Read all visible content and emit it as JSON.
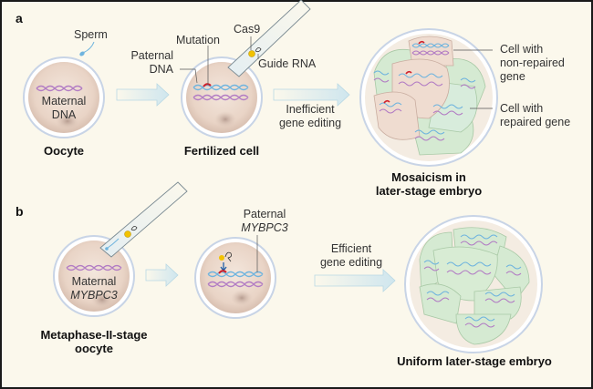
{
  "figure": {
    "panel_a": {
      "label": "a",
      "oocyte": {
        "sperm_label": "Sperm",
        "inner_label_1": "Maternal",
        "inner_label_2": "DNA",
        "caption": "Oocyte"
      },
      "fertilized": {
        "paternal_label_1": "Paternal",
        "paternal_label_2": "DNA",
        "mutation_label": "Mutation",
        "cas9_label": "Cas9",
        "guide_label": "Guide RNA",
        "caption": "Fertilized cell"
      },
      "arrow2_label_1": "Inefficient",
      "arrow2_label_2": "gene editing",
      "embryo": {
        "caption_1": "Mosaicism in",
        "caption_2": "later-stage embryo",
        "legend_nonrepaired_1": "Cell with",
        "legend_nonrepaired_2": "non-repaired",
        "legend_nonrepaired_3": "gene",
        "legend_repaired_1": "Cell with",
        "legend_repaired_2": "repaired gene"
      }
    },
    "panel_b": {
      "label": "b",
      "oocyte": {
        "inner_label_1": "Maternal",
        "inner_label_2": "MYBPC3",
        "caption_1": "Metaphase-II-stage",
        "caption_2": "oocyte"
      },
      "zygote": {
        "paternal_label_1": "Paternal",
        "paternal_label_2": "MYBPC3"
      },
      "arrow2_label_1": "Efficient",
      "arrow2_label_2": "gene editing",
      "embryo": {
        "caption": "Uniform later-stage embryo"
      }
    },
    "colors": {
      "background": "#fbf8ec",
      "maternal_dna": "#b27cc4",
      "paternal_dna": "#6fb4de",
      "mutation": "#d0202a",
      "cas9": "#f2c200",
      "arrow": "#d6ebf0",
      "cell_pink": "#efdcd0",
      "cell_green": "#d5ead2"
    }
  }
}
